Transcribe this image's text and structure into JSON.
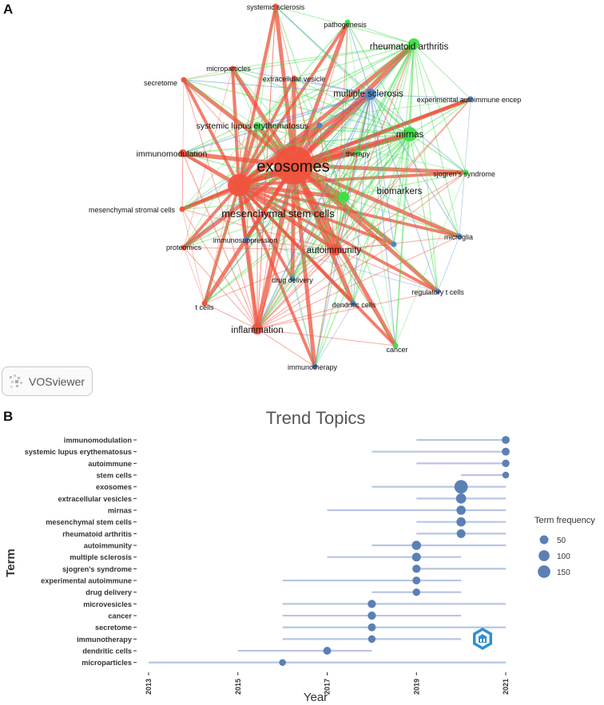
{
  "panels": {
    "a_label": "A",
    "b_label": "B"
  },
  "vosviewer": {
    "label": "VOSviewer"
  },
  "chart_data": [
    {
      "type": "network",
      "clusters": {
        "red": "#f0533e",
        "green": "#3fde47",
        "blue": "#4a86d0"
      },
      "nodes": [
        {
          "label": "systemic sclerosis",
          "cluster": "red",
          "weight": 1
        },
        {
          "label": "pathogenesis",
          "cluster": "green",
          "weight": 1
        },
        {
          "label": "rheumatoid arthritis",
          "cluster": "green",
          "weight": 3
        },
        {
          "label": "microparticles",
          "cluster": "red",
          "weight": 1
        },
        {
          "label": "secretome",
          "cluster": "red",
          "weight": 1
        },
        {
          "label": "extracellular vesicle",
          "cluster": "red",
          "weight": 1
        },
        {
          "label": "multiple sclerosis",
          "cluster": "blue",
          "weight": 3
        },
        {
          "label": "experimental autoimmune encep",
          "cluster": "blue",
          "weight": 1
        },
        {
          "label": "systemic lupus erythematosus",
          "cluster": "green",
          "weight": 2
        },
        {
          "label": "mirnas",
          "cluster": "green",
          "weight": 4
        },
        {
          "label": "immunomodulation",
          "cluster": "red",
          "weight": 2
        },
        {
          "label": "exosomes",
          "cluster": "red",
          "weight": 8
        },
        {
          "label": "therapy",
          "cluster": "green",
          "weight": 1
        },
        {
          "label": "sjogren's syndrome",
          "cluster": "green",
          "weight": 1
        },
        {
          "label": "biomarkers",
          "cluster": "green",
          "weight": 3
        },
        {
          "label": "mesenchymal stromal cells",
          "cluster": "red",
          "weight": 1
        },
        {
          "label": "mesenchymal stem cells",
          "cluster": "red",
          "weight": 6
        },
        {
          "label": "immunosuppression",
          "cluster": "blue",
          "weight": 1
        },
        {
          "label": "proteomics",
          "cluster": "red",
          "weight": 1
        },
        {
          "label": "microglia",
          "cluster": "blue",
          "weight": 1
        },
        {
          "label": "autoimmunity",
          "cluster": "red",
          "weight": 3
        },
        {
          "label": "drug delivery",
          "cluster": "blue",
          "weight": 1
        },
        {
          "label": "regulatory t cells",
          "cluster": "blue",
          "weight": 1
        },
        {
          "label": "t cells",
          "cluster": "red",
          "weight": 1
        },
        {
          "label": "dendritic cells",
          "cluster": "blue",
          "weight": 1
        },
        {
          "label": "inflammation",
          "cluster": "red",
          "weight": 3
        },
        {
          "label": "cancer",
          "cluster": "green",
          "weight": 1
        },
        {
          "label": "immunotherapy",
          "cluster": "blue",
          "weight": 1
        }
      ]
    },
    {
      "type": "dot-range",
      "title": "Trend Topics",
      "xlabel": "Year",
      "ylabel": "Term",
      "xlim": [
        2013,
        2021
      ],
      "xticks": [
        "2013",
        "2015",
        "2017",
        "2019",
        "2021"
      ],
      "point_color": "#5b80b5",
      "range_color": "#b7c5e3",
      "legend": {
        "title": "Term frequency",
        "position": "right",
        "entries": [
          50,
          100,
          150
        ]
      },
      "terms": [
        {
          "term": "immunomodulation",
          "start": 2019,
          "end": 2021,
          "median": 2021,
          "freq": 35
        },
        {
          "term": "systemic lupus erythematosus",
          "start": 2018,
          "end": 2021,
          "median": 2021,
          "freq": 35
        },
        {
          "term": "autoimmune",
          "start": 2019,
          "end": 2021,
          "median": 2021,
          "freq": 30
        },
        {
          "term": "stem cells",
          "start": 2020,
          "end": 2021,
          "median": 2021,
          "freq": 20
        },
        {
          "term": "exosomes",
          "start": 2018,
          "end": 2021,
          "median": 2020,
          "freq": 180
        },
        {
          "term": "extracellular vesicles",
          "start": 2019,
          "end": 2021,
          "median": 2020,
          "freq": 80
        },
        {
          "term": "mirnas",
          "start": 2017,
          "end": 2021,
          "median": 2020,
          "freq": 60
        },
        {
          "term": "mesenchymal stem cells",
          "start": 2019,
          "end": 2021,
          "median": 2020,
          "freq": 60
        },
        {
          "term": "rheumatoid arthritis",
          "start": 2019,
          "end": 2021,
          "median": 2020,
          "freq": 50
        },
        {
          "term": "autoimmunity",
          "start": 2018,
          "end": 2021,
          "median": 2019,
          "freq": 60
        },
        {
          "term": "multiple sclerosis",
          "start": 2017,
          "end": 2020,
          "median": 2019,
          "freq": 50
        },
        {
          "term": "sjogren's syndrome",
          "start": 2019,
          "end": 2021,
          "median": 2019,
          "freq": 40
        },
        {
          "term": "experimental autoimmune",
          "start": 2016,
          "end": 2020,
          "median": 2019,
          "freq": 35
        },
        {
          "term": "drug delivery",
          "start": 2018,
          "end": 2020,
          "median": 2019,
          "freq": 30
        },
        {
          "term": "microvesicles",
          "start": 2016,
          "end": 2021,
          "median": 2018,
          "freq": 40
        },
        {
          "term": "cancer",
          "start": 2016,
          "end": 2020,
          "median": 2018,
          "freq": 40
        },
        {
          "term": "secretome",
          "start": 2016,
          "end": 2021,
          "median": 2018,
          "freq": 35
        },
        {
          "term": "immunotherapy",
          "start": 2016,
          "end": 2020,
          "median": 2018,
          "freq": 30
        },
        {
          "term": "dendritic cells",
          "start": 2015,
          "end": 2018,
          "median": 2017,
          "freq": 35
        },
        {
          "term": "microparticles",
          "start": 2013,
          "end": 2021,
          "median": 2016,
          "freq": 20
        }
      ]
    }
  ]
}
